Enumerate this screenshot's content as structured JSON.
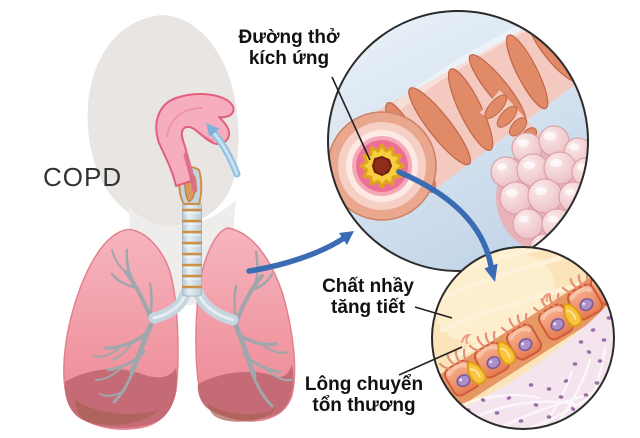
{
  "figure": {
    "title_label": "COPD",
    "labels": {
      "airway_irritated": {
        "line1": "Đường thở",
        "line2": "kích ứng"
      },
      "mucus_hypersecretion": {
        "line1": "Chất nhầy",
        "line2": "tăng tiết"
      },
      "cilia_damaged": {
        "line1": "Lông chuyển",
        "line2": "tổn thương"
      }
    },
    "colors": {
      "label_text": "#111111",
      "copd_text": "#333333",
      "silhouette_gray": "#e8e5e2",
      "lung_pink": "#f098a3",
      "lung_shadow_rose": "#c56b75",
      "bronchial_tree_gray": "#a0a6ac",
      "trachea_blue_gray": "#c9d8e2",
      "trachea_ring_orange": "#cf8f45",
      "nasal_pink": "#f6aebf",
      "inhale_arrow_blue": "#8fc0e2",
      "link_arrow_blue": "#3a6cb4",
      "inset_sky": "#d9e6f1",
      "airway_muscle_coral": "#e08a68",
      "airway_wall_pink": "#f3c9c0",
      "mucus_ring_yellow": "#f8cf3e",
      "lumen_dark_red": "#8f2d1d",
      "alveoli_pink": "#eec3c6",
      "mucus_cream": "#fbe4ba",
      "epithelial_salmon": "#ef9678",
      "goblet_yellow": "#f9c53e",
      "nucleus_purple": "#ab90c9",
      "connective_lavender": "#f3e4ed",
      "outline_black": "#2b2b2b"
    }
  }
}
